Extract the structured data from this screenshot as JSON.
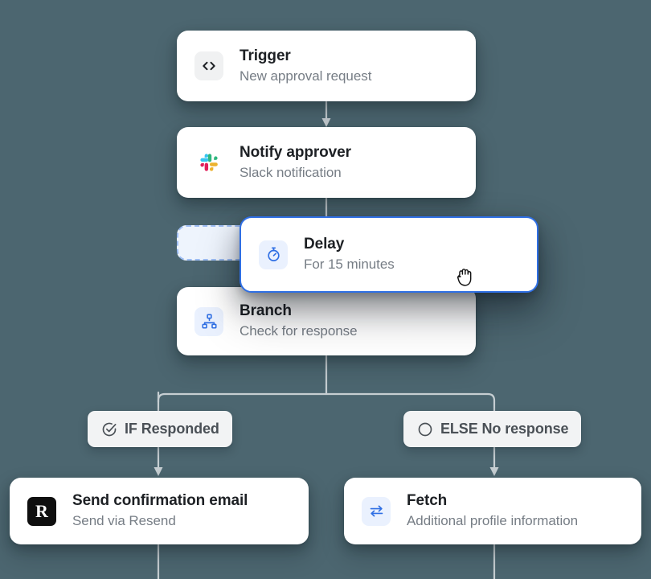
{
  "canvas": {
    "background_color": "#4c6670",
    "accent_color": "#2f6fe4",
    "connector_color": "#c6ced2",
    "cursor": "grabbing-hand"
  },
  "nodes": {
    "trigger": {
      "title": "Trigger",
      "subtitle": "New approval request",
      "icon": "code-brackets-icon",
      "icon_glyph": "<>"
    },
    "notify": {
      "title": "Notify approver",
      "subtitle": "Slack notification",
      "icon": "slack-logo-icon"
    },
    "delay": {
      "title": "Delay",
      "subtitle": "For 15 minutes",
      "icon": "stopwatch-icon",
      "state": "dragging"
    },
    "branch": {
      "title": "Branch",
      "subtitle": "Check for response",
      "icon": "sitemap-icon"
    },
    "email": {
      "title": "Send confirmation email",
      "subtitle": "Send via Resend",
      "icon": "resend-logo-icon",
      "icon_glyph": "R"
    },
    "fetch": {
      "title": "Fetch",
      "subtitle": "Additional profile information",
      "icon": "exchange-arrows-icon"
    }
  },
  "branches": [
    {
      "label": "IF Responded",
      "icon": "check-circle-icon"
    },
    {
      "label": "ELSE No response",
      "icon": "empty-circle-icon"
    }
  ]
}
